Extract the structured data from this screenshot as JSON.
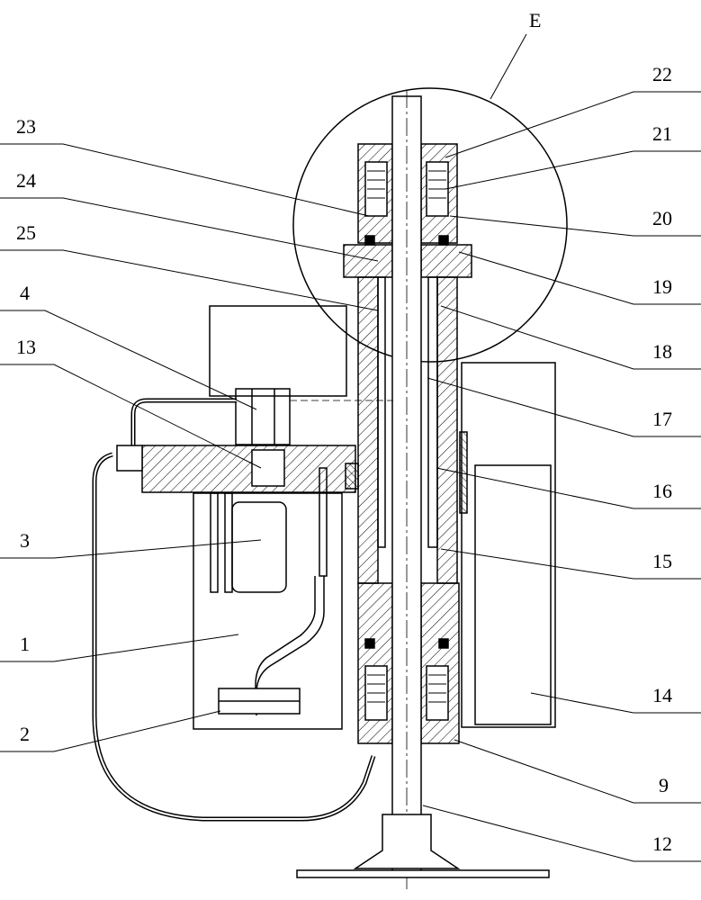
{
  "diagram": {
    "detail_label": "E",
    "left_labels": [
      "23",
      "24",
      "25",
      "4",
      "13",
      "3",
      "1",
      "2"
    ],
    "right_labels": [
      "22",
      "21",
      "20",
      "19",
      "18",
      "17",
      "16",
      "15",
      "14",
      "9",
      "12"
    ]
  }
}
